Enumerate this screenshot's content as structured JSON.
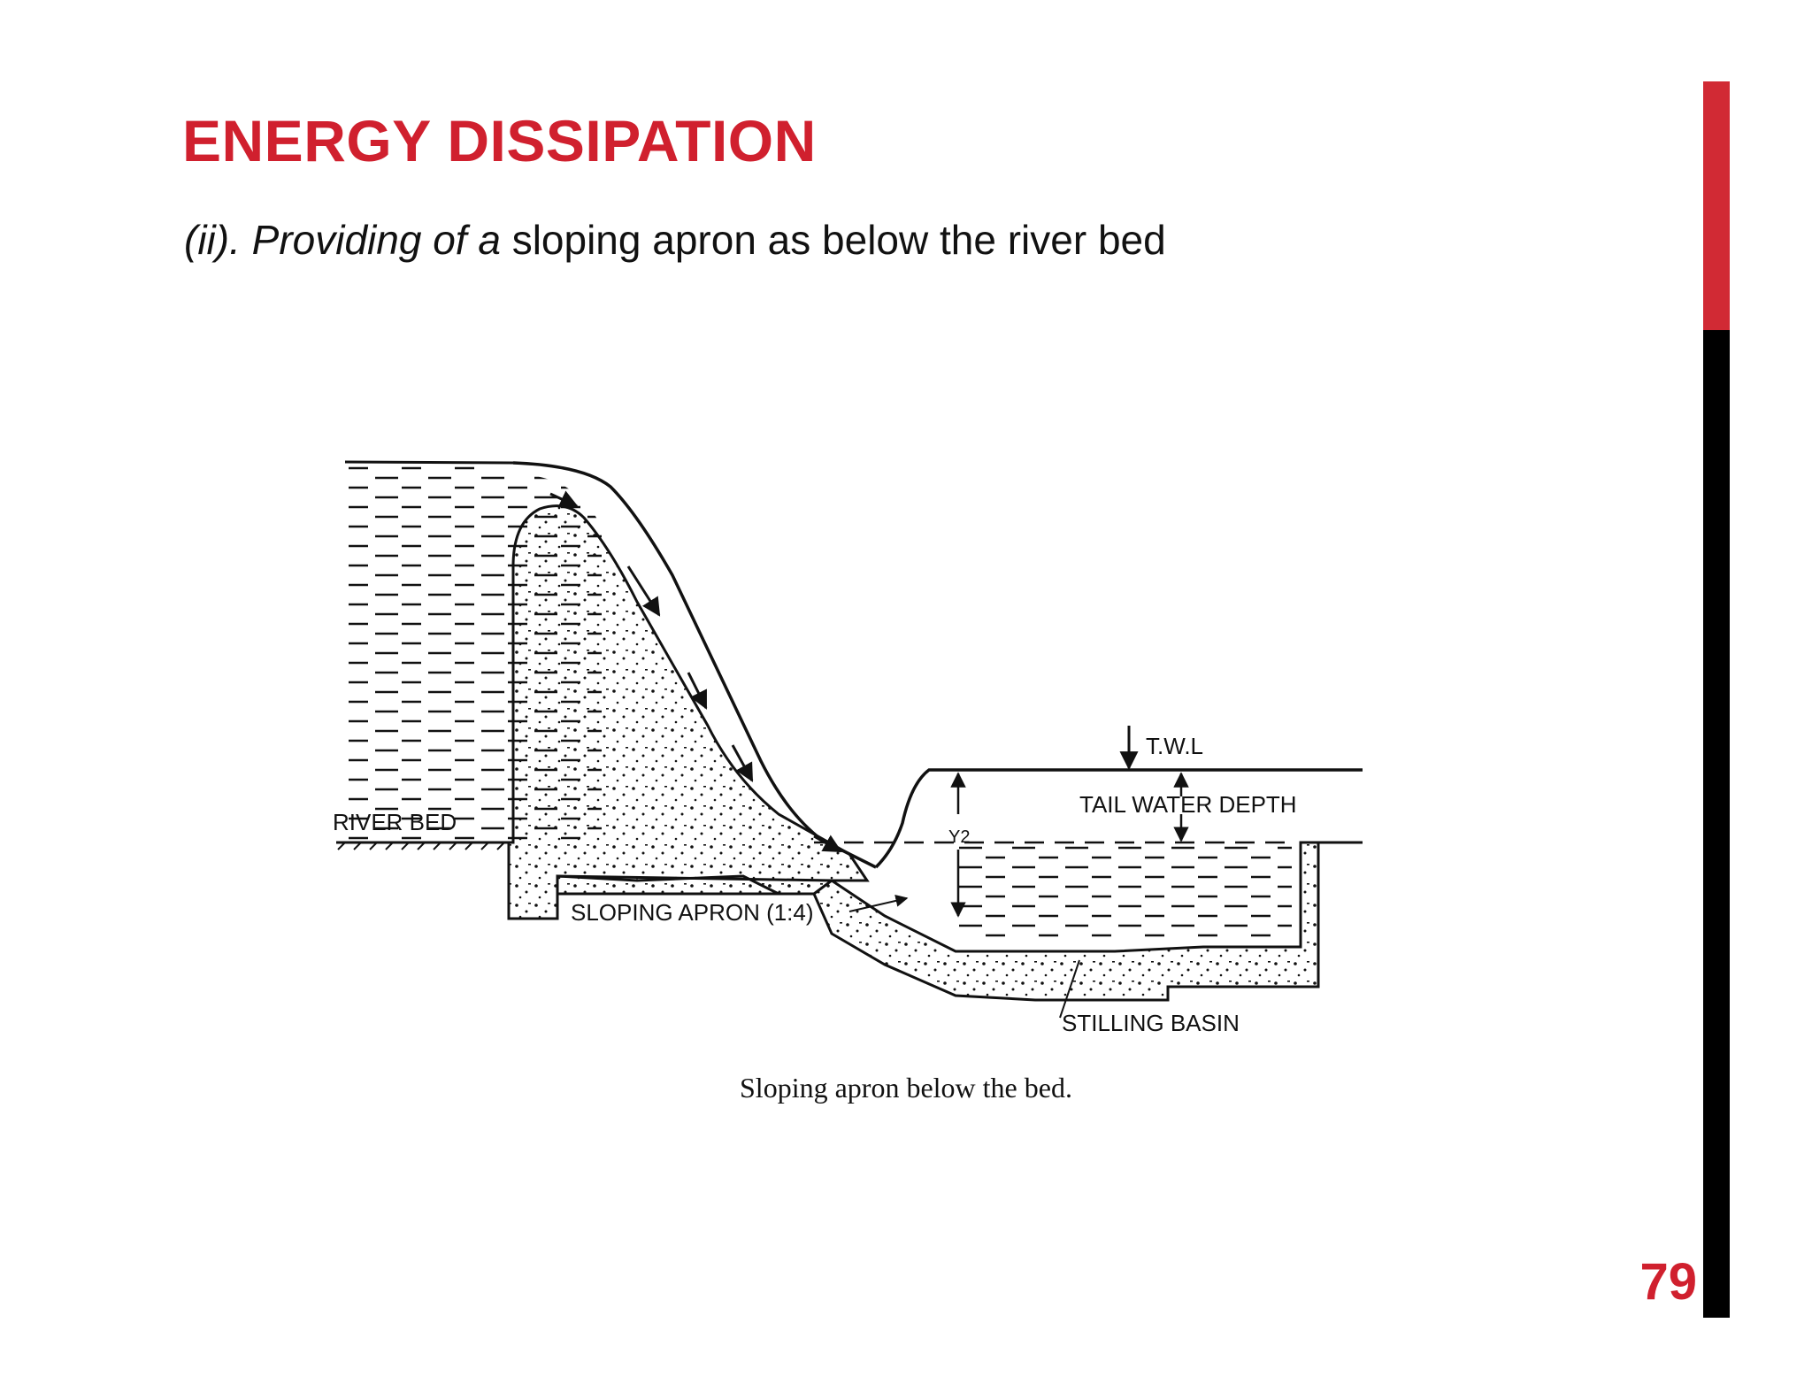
{
  "slide": {
    "title": "ENERGY DISSIPATION",
    "subtitle_italic": "(ii). Providing of a",
    "subtitle_rest": " sloping apron as below the river bed",
    "page_number": "79",
    "accent_color": "#d12a34"
  },
  "diagram": {
    "labels": {
      "twl": "T.W.L",
      "tail_water_depth": "TAIL  WATER DEPTH",
      "river_bed": "RIVER BED",
      "sloping_apron": "SLOPING  APRON (1:4)",
      "stilling_basin": "STILLING BASIN",
      "y2": "Y2"
    },
    "caption": "Sloping apron below the bed."
  }
}
